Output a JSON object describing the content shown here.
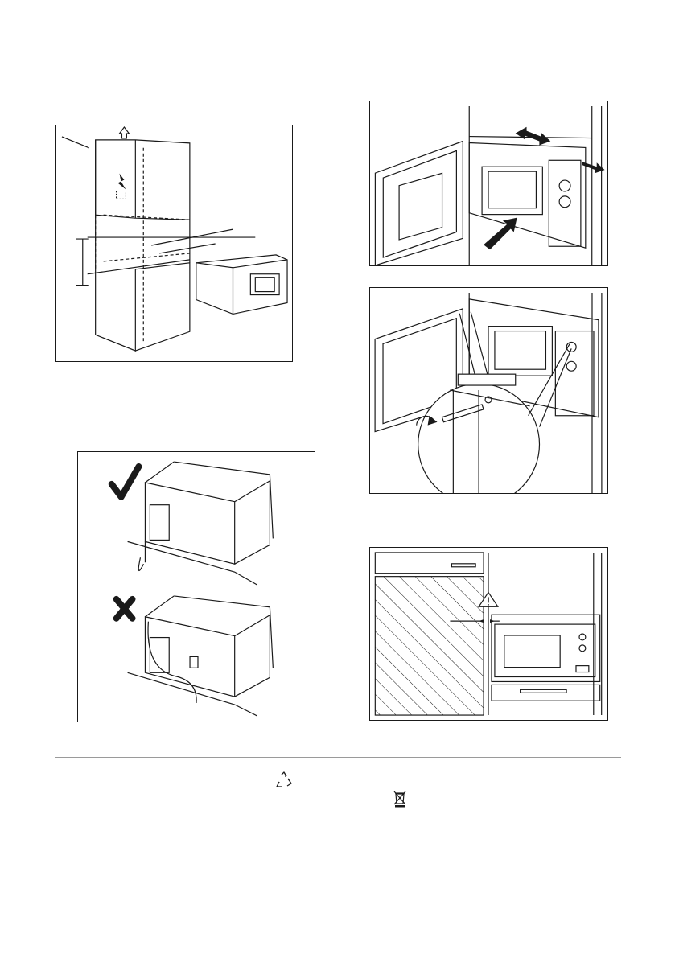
{
  "figures": [
    {
      "id": "cabinet-dimensions",
      "icons": [
        "ventilation-arrow-icon",
        "electric-shock-icon",
        "oven-unit"
      ]
    },
    {
      "id": "door-open-insert",
      "icons": [
        "double-arrow-icon",
        "push-arrow-icon"
      ]
    },
    {
      "id": "screw-fixing",
      "icons": [
        "rotate-arrow-icon",
        "screw-icon",
        "zoom-callout"
      ]
    },
    {
      "id": "cable-routing",
      "icons": [
        "checkmark-icon",
        "cross-icon"
      ],
      "states": [
        "correct",
        "incorrect"
      ]
    },
    {
      "id": "clearance",
      "icons": [
        "warning-triangle-icon"
      ]
    }
  ],
  "footer": {
    "icons": [
      "recycle-icon",
      "weee-bin-icon"
    ]
  },
  "colors": {
    "line": "#1a1a1a",
    "rule": "#9a9a9a",
    "fill_light": "#f2f2f2"
  }
}
